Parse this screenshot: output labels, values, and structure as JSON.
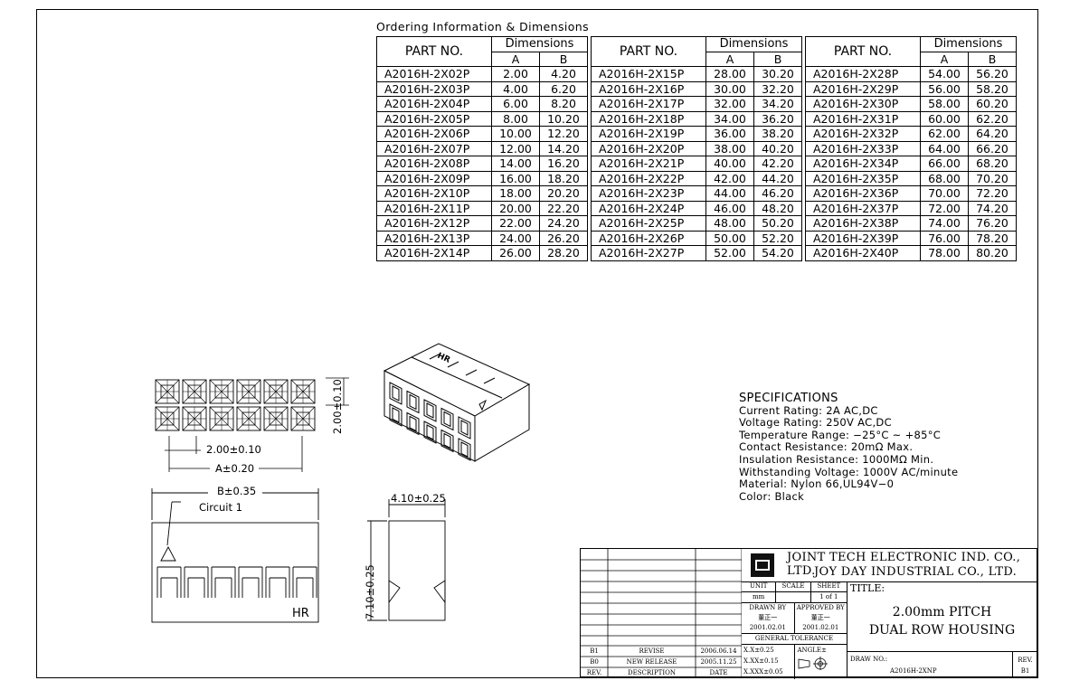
{
  "ordering": {
    "title": "Ordering Information & Dimensions",
    "headers": {
      "part": "PART NO.",
      "dims": "Dimensions",
      "a": "A",
      "b": "B"
    },
    "columns": [
      [
        [
          "A2016H-2X02P",
          "2.00",
          "4.20"
        ],
        [
          "A2016H-2X03P",
          "4.00",
          "6.20"
        ],
        [
          "A2016H-2X04P",
          "6.00",
          "8.20"
        ],
        [
          "A2016H-2X05P",
          "8.00",
          "10.20"
        ],
        [
          "A2016H-2X06P",
          "10.00",
          "12.20"
        ],
        [
          "A2016H-2X07P",
          "12.00",
          "14.20"
        ],
        [
          "A2016H-2X08P",
          "14.00",
          "16.20"
        ],
        [
          "A2016H-2X09P",
          "16.00",
          "18.20"
        ],
        [
          "A2016H-2X10P",
          "18.00",
          "20.20"
        ],
        [
          "A2016H-2X11P",
          "20.00",
          "22.20"
        ],
        [
          "A2016H-2X12P",
          "22.00",
          "24.20"
        ],
        [
          "A2016H-2X13P",
          "24.00",
          "26.20"
        ],
        [
          "A2016H-2X14P",
          "26.00",
          "28.20"
        ]
      ],
      [
        [
          "A2016H-2X15P",
          "28.00",
          "30.20"
        ],
        [
          "A2016H-2X16P",
          "30.00",
          "32.20"
        ],
        [
          "A2016H-2X17P",
          "32.00",
          "34.20"
        ],
        [
          "A2016H-2X18P",
          "34.00",
          "36.20"
        ],
        [
          "A2016H-2X19P",
          "36.00",
          "38.20"
        ],
        [
          "A2016H-2X20P",
          "38.00",
          "40.20"
        ],
        [
          "A2016H-2X21P",
          "40.00",
          "42.20"
        ],
        [
          "A2016H-2X22P",
          "42.00",
          "44.20"
        ],
        [
          "A2016H-2X23P",
          "44.00",
          "46.20"
        ],
        [
          "A2016H-2X24P",
          "46.00",
          "48.20"
        ],
        [
          "A2016H-2X25P",
          "48.00",
          "50.20"
        ],
        [
          "A2016H-2X26P",
          "50.00",
          "52.20"
        ],
        [
          "A2016H-2X27P",
          "52.00",
          "54.20"
        ]
      ],
      [
        [
          "A2016H-2X28P",
          "54.00",
          "56.20"
        ],
        [
          "A2016H-2X29P",
          "56.00",
          "58.20"
        ],
        [
          "A2016H-2X30P",
          "58.00",
          "60.20"
        ],
        [
          "A2016H-2X31P",
          "60.00",
          "62.20"
        ],
        [
          "A2016H-2X32P",
          "62.00",
          "64.20"
        ],
        [
          "A2016H-2X33P",
          "64.00",
          "66.20"
        ],
        [
          "A2016H-2X34P",
          "66.00",
          "68.20"
        ],
        [
          "A2016H-2X35P",
          "68.00",
          "70.20"
        ],
        [
          "A2016H-2X36P",
          "70.00",
          "72.20"
        ],
        [
          "A2016H-2X37P",
          "72.00",
          "74.20"
        ],
        [
          "A2016H-2X38P",
          "74.00",
          "76.20"
        ],
        [
          "A2016H-2X39P",
          "76.00",
          "78.20"
        ],
        [
          "A2016H-2X40P",
          "78.00",
          "80.20"
        ]
      ]
    ]
  },
  "specs": {
    "heading": "SPECIFICATIONS",
    "lines": [
      "Current Rating: 2A AC,DC",
      "Voltage Rating: 250V AC,DC",
      "Temperature Range: −25°C ~ +85°C",
      "Contact Resistance: 20mΩ Max.",
      "Insulation Resistance: 1000MΩ Min.",
      "Withstanding Voltage: 1000V AC/minute",
      "Material: Nylon 66,UL94V−0",
      "Color: Black"
    ]
  },
  "dimensions": {
    "pitch_h": "2.00±0.10",
    "pitch_v": "2.00±0.10",
    "a": "A±0.20",
    "b": "B±0.35",
    "circuit": "Circuit 1",
    "width": "4.10±0.25",
    "height": "7.10±0.25",
    "brand_mark": "HR",
    "iso_mark": "HR"
  },
  "title_block": {
    "company1": "JOINT TECH ELECTRONIC IND. CO., LTD.",
    "company2": "JOY DAY INDUSTRIAL CO., LTD.",
    "unit_label": "UNIT",
    "unit": "mm",
    "scale_label": "SCALE",
    "sheet_label": "SHEET",
    "sheet": "1 of 1",
    "title_label": "TITLE:",
    "title1": "2.00mm PITCH",
    "title2": "DUAL ROW HOUSING",
    "drawn_label": "DRAWN BY",
    "drawn_name": "董正一",
    "drawn_date": "2001.02.01",
    "approved_label": "APPROVED BY",
    "approved_name": "董正一",
    "approved_date": "2001.02.01",
    "tolerance_label": "GENERAL TOLERANCE",
    "tol1": "X.X±0.25",
    "tol2": "X.XX±0.15",
    "tol3": "X.XXX±0.05",
    "angle_label": "ANGLE±",
    "drawno_label": "DRAW NO.:",
    "drawno": "A2016H-2XNP",
    "rev_label": "REV.",
    "rev": "B1",
    "revisions": [
      {
        "rev": "B1",
        "desc": "REVISE",
        "date": "2006.06.14"
      },
      {
        "rev": "B0",
        "desc": "NEW RELEASE",
        "date": "2005.11.25"
      }
    ],
    "col_rev": "REV.",
    "col_desc": "DESCRIPTION",
    "col_date": "DATE"
  }
}
